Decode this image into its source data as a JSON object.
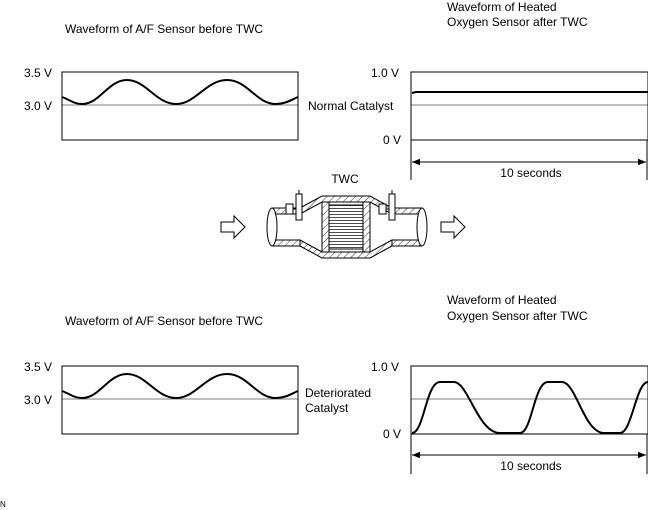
{
  "top": {
    "af_title": "Waveform of A/F Sensor before TWC",
    "ho2_title_line1": "Waveform of Heated",
    "ho2_title_line2": "Oxygen Sensor after TWC",
    "af_y_high": "3.5 V",
    "af_y_low": "3.0 V",
    "ho2_y_high": "1.0 V",
    "ho2_y_low": "0 V",
    "condition": "Normal Catalyst",
    "duration": "10 seconds"
  },
  "middle": {
    "twc_label": "TWC"
  },
  "bottom": {
    "af_title": "Waveform of A/F Sensor before TWC",
    "ho2_title_line1": "Waveform of Heated",
    "ho2_title_line2": "Oxygen Sensor after TWC",
    "af_y_high": "3.5 V",
    "af_y_low": "3.0 V",
    "ho2_y_high": "1.0 V",
    "ho2_y_low": "0 V",
    "condition_line1": "Deteriorated",
    "condition_line2": "Catalyst",
    "duration": "10 seconds"
  },
  "footer": {
    "code": "N"
  },
  "icons": {
    "flow_in": "arrow-right-icon",
    "flow_out": "arrow-right-icon"
  }
}
